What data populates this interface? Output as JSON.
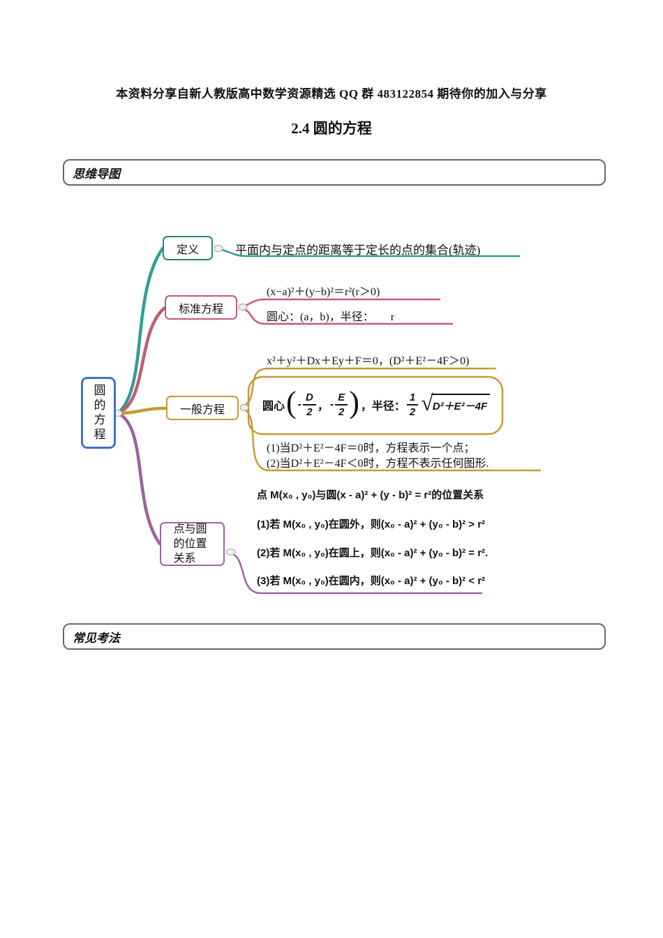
{
  "header": {
    "note": "本资料分享自新人教版高中数学资源精选 QQ 群 483122854 期待你的加入与分享",
    "title": "2.4 圆的方程"
  },
  "sections": {
    "mindmap_label": "思维导图",
    "methods_label": "常见考法"
  },
  "colors": {
    "root_blue": "#4472C4",
    "teal": "#2F9E95",
    "teal_dark": "#2b8277",
    "rose": "#C25B70",
    "gold": "#C79A35",
    "purple": "#9E62A0",
    "section_border": "#606e59"
  },
  "mindmap": {
    "root_label": "圆的方程",
    "definition": {
      "label": "定义",
      "desc": "平面内与定点的距离等于定长的点的集合(轨迹)"
    },
    "standard": {
      "label": "标准方程",
      "equation": "(x−a)²＋(y−b)²＝r²(r＞0)",
      "center": "圆心：(a，b)，半径：　　r"
    },
    "general": {
      "label": "一般方程",
      "equation": "x²＋y²＋Dx＋Ey＋F＝0，(D²＋E²－4F＞0)",
      "center_prefix": "圆心",
      "paren_open": "(",
      "paren_close": ")",
      "minus": "-",
      "frac_d_num": "D",
      "frac_d_den": "2",
      "comma": "，",
      "frac_e_num": "E",
      "frac_e_den": "2",
      "radius_label": "，半径：",
      "half_num": "1",
      "half_den": "2",
      "sqrt_sign": "√",
      "radicand": "D²＋E²－4F",
      "note1": "(1)当D²＋E²－4F＝0时，方程表示一个点；",
      "note2": "(2)当D²＋E²－4F＜0时，方程不表示任何图形."
    },
    "position": {
      "label": "点与圆的位置关系",
      "title": "点 M(x₀ , y₀)与圆(x - a)² + (y - b)² = r²的位置关系",
      "item1": "(1)若 M(x₀ , y₀)在圆外，则(x₀ - a)² + (y₀ - b)² > r²",
      "item2": "(2)若 M(x₀ , y₀)在圆上，则(x₀ - a)² + (y₀ - b)² = r².",
      "item3": "(3)若 M(x₀ , y₀)在圆内，则(x₀ - a)² + (y₀ - b)² < r²"
    }
  }
}
